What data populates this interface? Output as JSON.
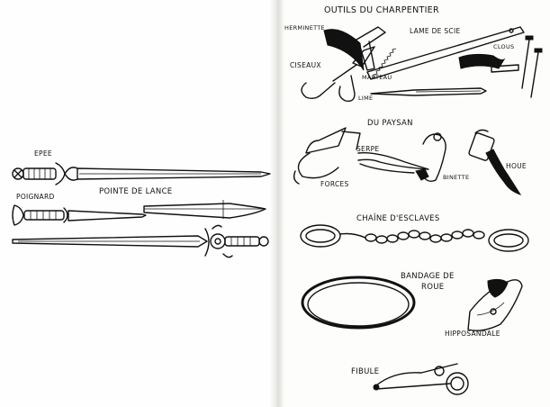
{
  "labels": {
    "epee": "EPEE",
    "poignard": "POIGNARD",
    "pointe_de_lance": "POINTE DE LANCE",
    "outils_title": "OUTILS DU CHARPENTIER",
    "herminette": "HERMINETTE",
    "lame_de_scie": "LAME DE SCIE",
    "clous": "CLOUS",
    "ciseaux": "CISEAUX",
    "marteau": "MARTEAU",
    "lime": "LIME",
    "du_paysan": "DU PAYSAN",
    "serpe": "SERPE",
    "forces": "FORCES",
    "binette": "BINETTE",
    "houe": "HOUE",
    "chaine": "CHAÎNE D'ESCLAVES",
    "bandage_line1": "BANDAGE DE",
    "bandage_line2": "ROUE",
    "hipposandale": "HIPPOSANDALE",
    "fibule": "FIBULE"
  }
}
